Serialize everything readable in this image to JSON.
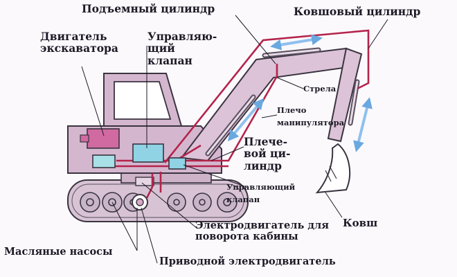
{
  "labels": {
    "lift_cylinder": "Подъемный цилиндр",
    "bucket_cylinder": "Ковшовый цилиндр",
    "engine": "Двигатель экскаватора",
    "control_valve_top": "Управляю­щий клапан",
    "boom": "Стрела",
    "arm": "Плечо манипулятора",
    "arm_cylinder": "Плече­вой ци­линдр",
    "control_valve_bottom": "Управляющий клапан",
    "bucket": "Ковш",
    "swing_motor": "Электродвигатель для поворота кабины",
    "oil_pumps": "Масляные насо­сы",
    "drive_motor": "Приводной электродвигатель"
  }
}
